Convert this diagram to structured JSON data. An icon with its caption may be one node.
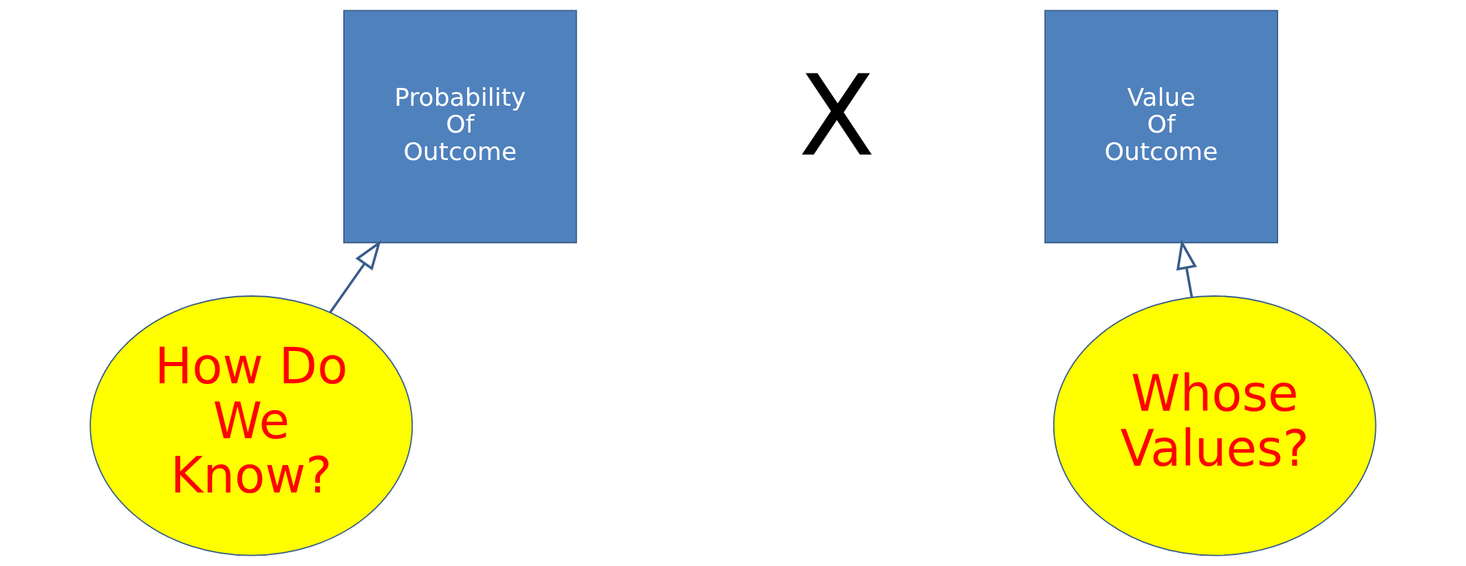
{
  "diagram": {
    "nodes": [
      {
        "text": [
          "Probability Of Outcome"
        ]
      },
      {
        "text": [
          "Value Of Outcome"
        ]
      },
      {
        "text": [
          "How Do We Know?"
        ]
      },
      {
        "text": [
          "Whose Values?"
        ]
      }
    ],
    "edges": [
      {
        "from": 2,
        "to": 0,
        "arrow": "to"
      },
      {
        "from": 3,
        "to": 1,
        "arrow": "to"
      }
    ],
    "labels": [
      "X"
    ]
  }
}
